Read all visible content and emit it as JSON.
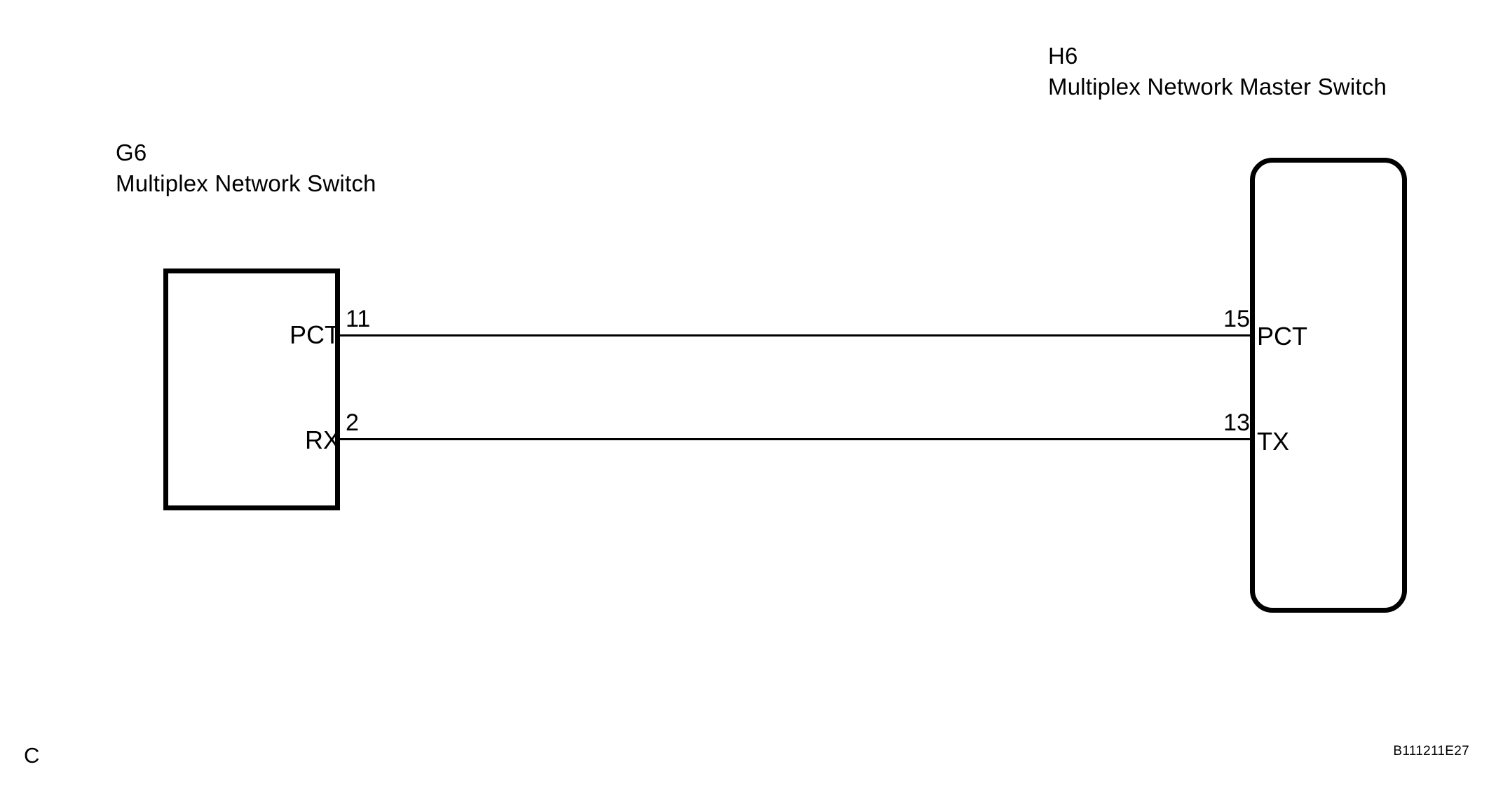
{
  "diagram": {
    "type": "automotive-wiring-diagram",
    "figure_code": "B111211E27",
    "sheet_mark": "C",
    "background_color": "#ffffff",
    "line_color": "#000000"
  },
  "components": {
    "left": {
      "code": "G6",
      "name": "Multiplex Network Switch",
      "shape": "rectangle",
      "terminals": [
        {
          "pin": "11",
          "label": "PCT"
        },
        {
          "pin": "2",
          "label": "RX"
        }
      ]
    },
    "right": {
      "code": "H6",
      "name": "Multiplex Network Master Switch",
      "shape": "rounded-rectangle",
      "terminals": [
        {
          "pin": "15",
          "label": "PCT"
        },
        {
          "pin": "13",
          "label": "TX"
        }
      ]
    }
  },
  "connections": [
    {
      "name": "pct-line",
      "from_component": "G6",
      "from_pin": "11",
      "from_terminal": "PCT",
      "to_component": "H6",
      "to_pin": "15",
      "to_terminal": "PCT"
    },
    {
      "name": "rx-tx-line",
      "from_component": "G6",
      "from_pin": "2",
      "from_terminal": "RX",
      "to_component": "H6",
      "to_pin": "13",
      "to_terminal": "TX"
    }
  ]
}
